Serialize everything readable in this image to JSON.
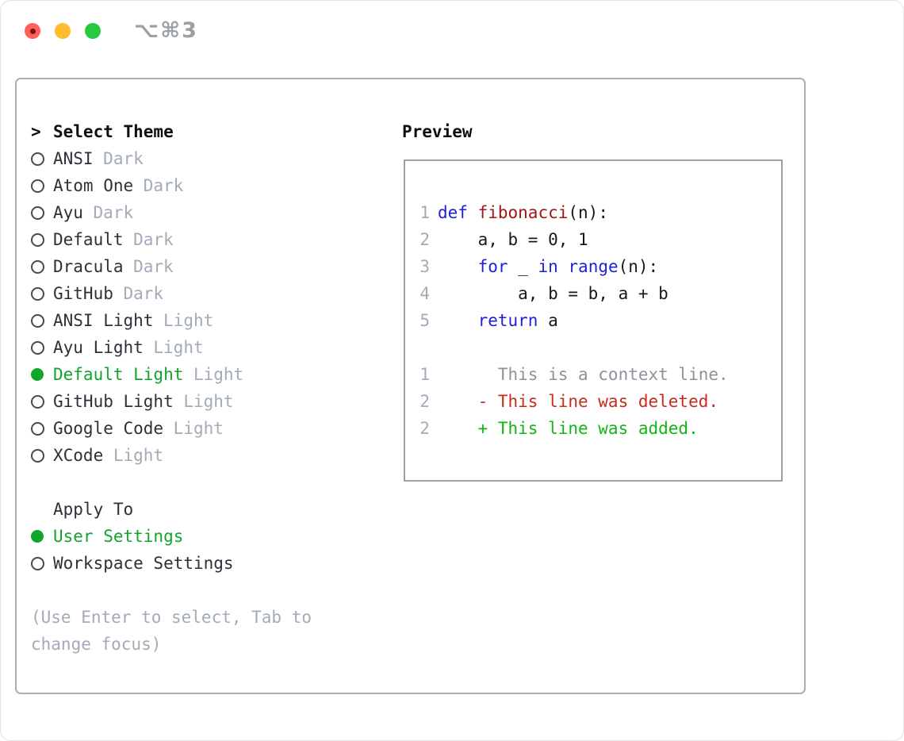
{
  "window": {
    "shortcut": "⌥⌘3"
  },
  "theme_panel": {
    "cursor": ">",
    "title": "Select Theme",
    "items": [
      {
        "name": "ANSI",
        "variant": "Dark",
        "selected": false
      },
      {
        "name": "Atom One",
        "variant": "Dark",
        "selected": false
      },
      {
        "name": "Ayu",
        "variant": "Dark",
        "selected": false
      },
      {
        "name": "Default",
        "variant": "Dark",
        "selected": false
      },
      {
        "name": "Dracula",
        "variant": "Dark",
        "selected": false
      },
      {
        "name": "GitHub",
        "variant": "Dark",
        "selected": false
      },
      {
        "name": "ANSI Light",
        "variant": "Light",
        "selected": false
      },
      {
        "name": "Ayu Light",
        "variant": "Light",
        "selected": false
      },
      {
        "name": "Default Light",
        "variant": "Light",
        "selected": true
      },
      {
        "name": "GitHub Light",
        "variant": "Light",
        "selected": false
      },
      {
        "name": "Google Code",
        "variant": "Light",
        "selected": false
      },
      {
        "name": "XCode",
        "variant": "Light",
        "selected": false
      }
    ],
    "apply_to": {
      "title": "Apply To",
      "options": [
        {
          "label": "User Settings",
          "selected": true
        },
        {
          "label": "Workspace Settings",
          "selected": false
        }
      ]
    },
    "hint_line1": "(Use Enter to select, Tab to",
    "hint_line2": "change focus)"
  },
  "preview": {
    "title": "Preview",
    "lines": [
      {
        "no": "1",
        "tokens": [
          [
            "kw",
            "def"
          ],
          [
            "plain",
            " "
          ],
          [
            "fn",
            "fibonacci"
          ],
          [
            "plain",
            "(n):"
          ]
        ]
      },
      {
        "no": "2",
        "tokens": [
          [
            "plain",
            "    a, b = 0, 1"
          ]
        ]
      },
      {
        "no": "3",
        "tokens": [
          [
            "plain",
            "    "
          ],
          [
            "kw",
            "for"
          ],
          [
            "plain",
            " _ "
          ],
          [
            "kw",
            "in"
          ],
          [
            "plain",
            " "
          ],
          [
            "kw",
            "range"
          ],
          [
            "plain",
            "(n):"
          ]
        ]
      },
      {
        "no": "4",
        "tokens": [
          [
            "plain",
            "        a, b = b, a + b"
          ]
        ]
      },
      {
        "no": "5",
        "tokens": [
          [
            "plain",
            "    "
          ],
          [
            "kw",
            "return"
          ],
          [
            "plain",
            " a"
          ]
        ]
      },
      {
        "no": "",
        "tokens": []
      },
      {
        "no": "1",
        "tokens": [
          [
            "ctx",
            "      This is a context line."
          ]
        ]
      },
      {
        "no": "2",
        "tokens": [
          [
            "del",
            "    - This line was deleted."
          ]
        ]
      },
      {
        "no": "2",
        "tokens": [
          [
            "add",
            "    + This line was added."
          ]
        ]
      }
    ]
  },
  "colors": {
    "accent_green": "#12a52c",
    "diff_added_green": "#10b612",
    "diff_deleted_red": "#c52d1a",
    "keyword_blue": "#1e1ee0",
    "function_maroon": "#a31515",
    "context_gray": "#8d939b",
    "muted_gray": "#a3abb8",
    "traffic_red": "#ff5f57",
    "traffic_yellow": "#febc2e",
    "traffic_green": "#28c840"
  }
}
